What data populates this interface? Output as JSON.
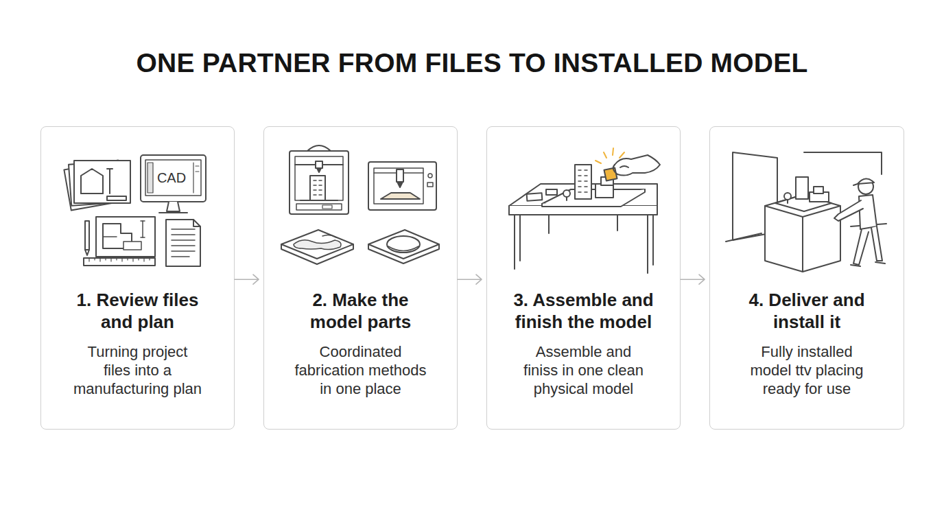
{
  "diagram": {
    "title": "ONE PARTNER FROM FILES TO INSTALLED MODEL",
    "nodes": [
      {
        "text": [
          "1. Review files and plan",
          "Turning project files into a manufacturing plan"
        ]
      },
      {
        "text": [
          "2. Make the model parts",
          "Coordinated fabrication methods in one place"
        ]
      },
      {
        "text": [
          "3. Assemble and finish the model",
          "Assemble and finiss in one clean physical model"
        ]
      },
      {
        "text": [
          "4. Deliver and install it",
          "Fully installed model ttv placing ready for use"
        ]
      }
    ],
    "edges": [
      {
        "from": 0,
        "to": 1,
        "arrow": "to"
      },
      {
        "from": 1,
        "to": 2,
        "arrow": "to"
      },
      {
        "from": 2,
        "to": 3,
        "arrow": "to"
      }
    ],
    "labels": [
      "CAD"
    ]
  }
}
